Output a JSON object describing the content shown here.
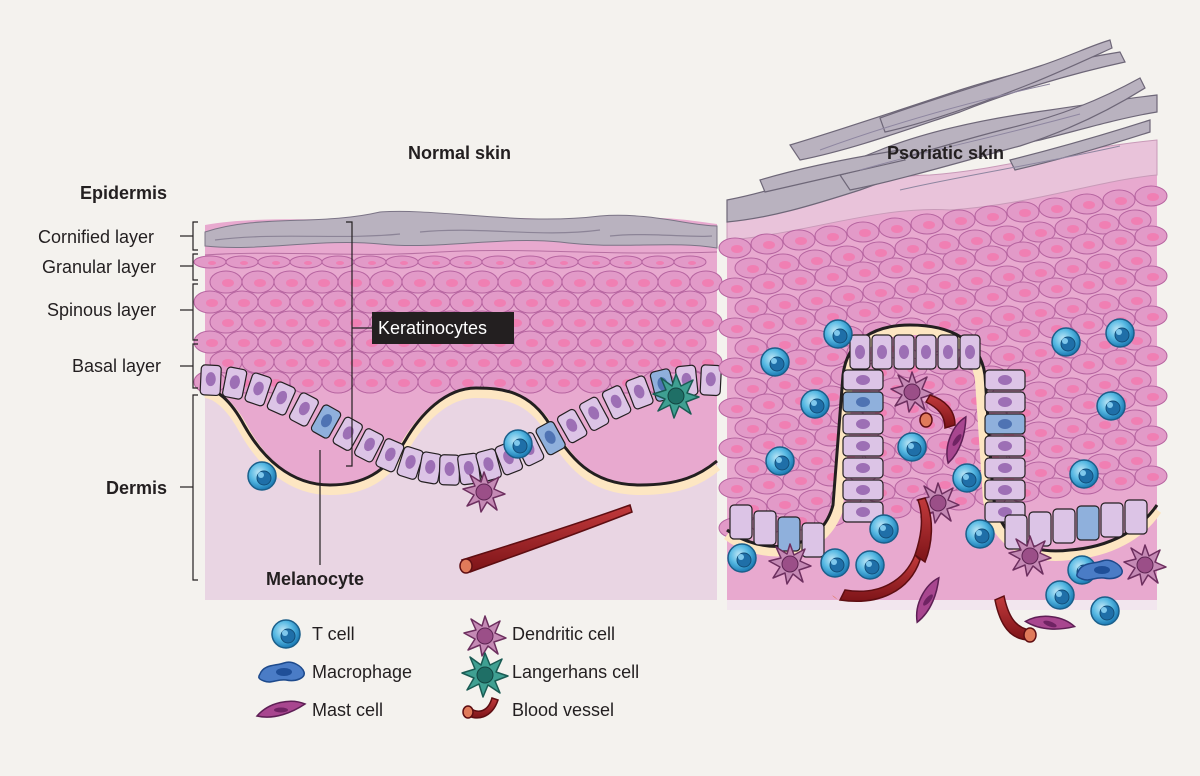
{
  "titles": {
    "normal": "Normal skin",
    "psoriatic": "Psoriatic skin"
  },
  "layers": {
    "epidermis": "Epidermis",
    "cornified": "Cornified layer",
    "granular": "Granular layer",
    "spinous": "Spinous layer",
    "basal": "Basal layer",
    "dermis": "Dermis"
  },
  "callouts": {
    "keratinocytes": "Keratinocytes",
    "melanocyte": "Melanocyte"
  },
  "legend": [
    {
      "icon": "t-cell",
      "label": "T cell"
    },
    {
      "icon": "macrophage",
      "label": "Macrophage"
    },
    {
      "icon": "mast-cell",
      "label": "Mast cell"
    },
    {
      "icon": "dendritic-cell",
      "label": "Dendritic cell"
    },
    {
      "icon": "langerhans-cell",
      "label": "Langerhans cell"
    },
    {
      "icon": "blood-vessel",
      "label": "Blood vessel"
    }
  ],
  "colors": {
    "background": "#f4f2ee",
    "dermis": "#e9d5e3",
    "epidermis": "#e8a9cf",
    "cell": "#e29ac8",
    "nucleus": "#f07fb3",
    "basal_cell": "#dcc4e6",
    "basal_nucleus": "#9d6fb5",
    "melanocyte": "#8fb0dc",
    "cornified": "#b9b2bf",
    "membrane": "#fde6c2",
    "t_cell": "#3aa8dc",
    "macrophage": "#2f68b6",
    "mast_cell": "#a0488a",
    "dendritic_cell": "#b86fa3",
    "langerhans_cell": "#2e8a80",
    "blood_vessel": "#9b1c22",
    "ink": "#231f20"
  }
}
